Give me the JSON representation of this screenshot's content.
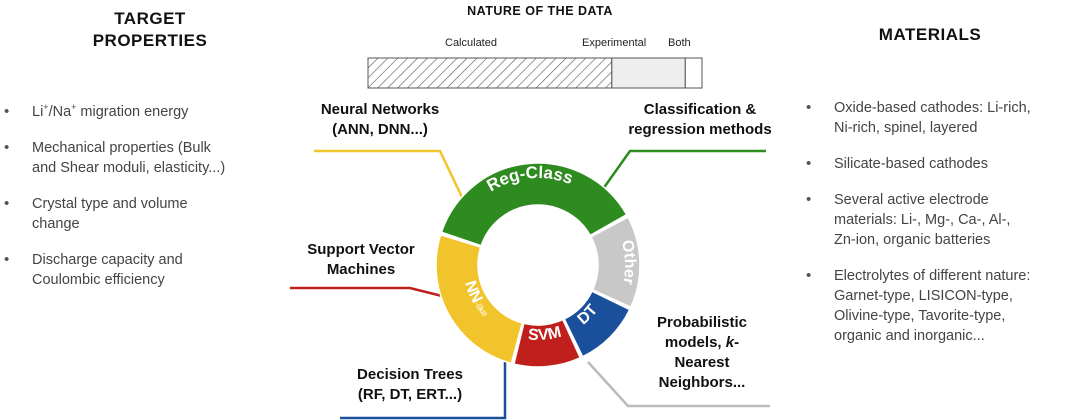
{
  "nature": {
    "title": "NATURE OF THE DATA",
    "segments": [
      {
        "label": "Calculated",
        "fraction": 0.73
      },
      {
        "label": "Experimental",
        "fraction": 0.22
      },
      {
        "label": "Both",
        "fraction": 0.05
      }
    ]
  },
  "target": {
    "title_line1": "TARGET",
    "title_line2": "PROPERTIES",
    "items": [
      {
        "pre": "Li",
        "sup1": "+",
        "mid": "/Na",
        "sup2": "+",
        "post": " migration energy"
      },
      {
        "line1": "Mechanical properties (Bulk",
        "line2": "and Shear moduli, elasticity...)"
      },
      {
        "line1": "Crystal type and volume",
        "line2": "change"
      },
      {
        "line1": "Discharge capacity and",
        "line2": "Coulombic efficiency"
      }
    ]
  },
  "materials": {
    "title": "MATERIALS",
    "items": [
      {
        "line1": "Oxide-based cathodes: Li-rich,",
        "line2": "Ni-rich, spinel, layered"
      },
      {
        "line1": "Silicate-based cathodes"
      },
      {
        "line1": "Several active electrode",
        "line2": "materials: Li-, Mg-, Ca-, Al-,",
        "line3": "Zn-ion, organic batteries"
      },
      {
        "line1": "Electrolytes of different nature:",
        "line2": "Garnet-type, LISICON-type,",
        "line3": "Olivine-type, Tavorite-type,",
        "line4": "organic and inorganic..."
      }
    ]
  },
  "methods": {
    "nn": {
      "line1": "Neural Networks",
      "line2": "(ANN, DNN...)"
    },
    "reg": {
      "line1": "Classification &",
      "line2": "regression methods"
    },
    "svm": {
      "line1": "Support Vector",
      "line2": "Machines"
    },
    "dt": {
      "line1": "Decision Trees",
      "line2": "(RF, DT, ERT...)"
    },
    "prob": {
      "line1": "Probabilistic",
      "line2": "models, ",
      "line2_italic": "k",
      "line2_end": "-",
      "line3": "Nearest",
      "line4": "Neighbors..."
    }
  },
  "ring": {
    "segments": [
      {
        "key": "reg",
        "label": "Reg-Class",
        "color": "#2e8b1f",
        "share": 0.37
      },
      {
        "key": "other",
        "label": "Other",
        "color": "#c8c8c8",
        "share": 0.15
      },
      {
        "key": "dt",
        "label": "DT",
        "color": "#1a4f9c",
        "share": 0.11
      },
      {
        "key": "svm",
        "label": "SVM",
        "color": "#c0201c",
        "share": 0.11
      },
      {
        "key": "nn",
        "label": "NN",
        "sublabel": "-like",
        "color": "#f2c42c",
        "share": 0.26
      }
    ]
  }
}
